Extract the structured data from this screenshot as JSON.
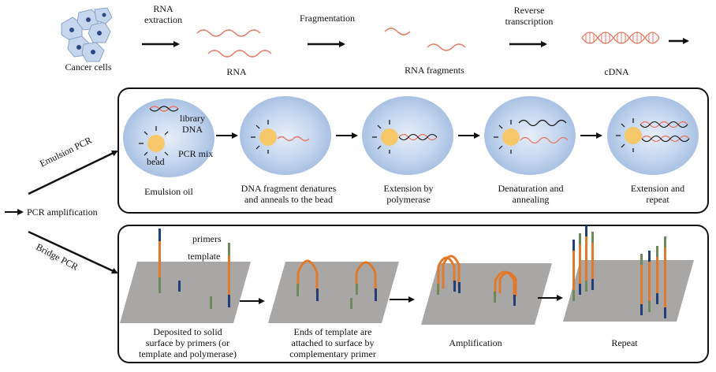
{
  "top_row": {
    "cancer_cells": "Cancer cells",
    "rna_extraction_line1": "RNA",
    "rna_extraction_line2": "extraction",
    "rna": "RNA",
    "fragmentation": "Fragmentation",
    "rna_fragments": "RNA fragments",
    "reverse_line1": "Reverse",
    "reverse_line2": "transcription",
    "cdna": "cDNA"
  },
  "branch": {
    "pcr_amplification": "PCR amplification",
    "emulsion_pcr": "Emulsion PCR",
    "bridge_pcr": "Bridge PCR"
  },
  "emulsion": {
    "library_line1": "library",
    "library_line2": "DNA",
    "bead": "bead",
    "pcr_mix": "PCR mix",
    "steps": [
      {
        "line1": "Emulsion oil",
        "line2": ""
      },
      {
        "line1": "DNA fragment denatures",
        "line2": "and anneals to the bead"
      },
      {
        "line1": "Extension by",
        "line2": "polymerase"
      },
      {
        "line1": "Denaturation and",
        "line2": "annealing"
      },
      {
        "line1": "Extension and",
        "line2": "repeat"
      }
    ]
  },
  "bridge": {
    "primers": "primers",
    "template": "template",
    "steps": [
      {
        "line1": "Deposited to solid",
        "line2": "surface by primers (or",
        "line3": "template and polymerase)"
      },
      {
        "line1": "Ends of template are",
        "line2": "attached to surface by",
        "line3": "complementary primer"
      },
      {
        "line1": "Amplification",
        "line2": "",
        "line3": ""
      },
      {
        "line1": "Repeat",
        "line2": "",
        "line3": ""
      }
    ]
  },
  "colors": {
    "rna": "#e8755f",
    "dna_strand": "#111111",
    "droplet": "#b9cdea",
    "bead": "#f7c86a",
    "surface": "#a9a7a6",
    "template": "#e07a2a",
    "primer_blue": "#1f3f7a",
    "primer_green": "#6d8a5e"
  }
}
